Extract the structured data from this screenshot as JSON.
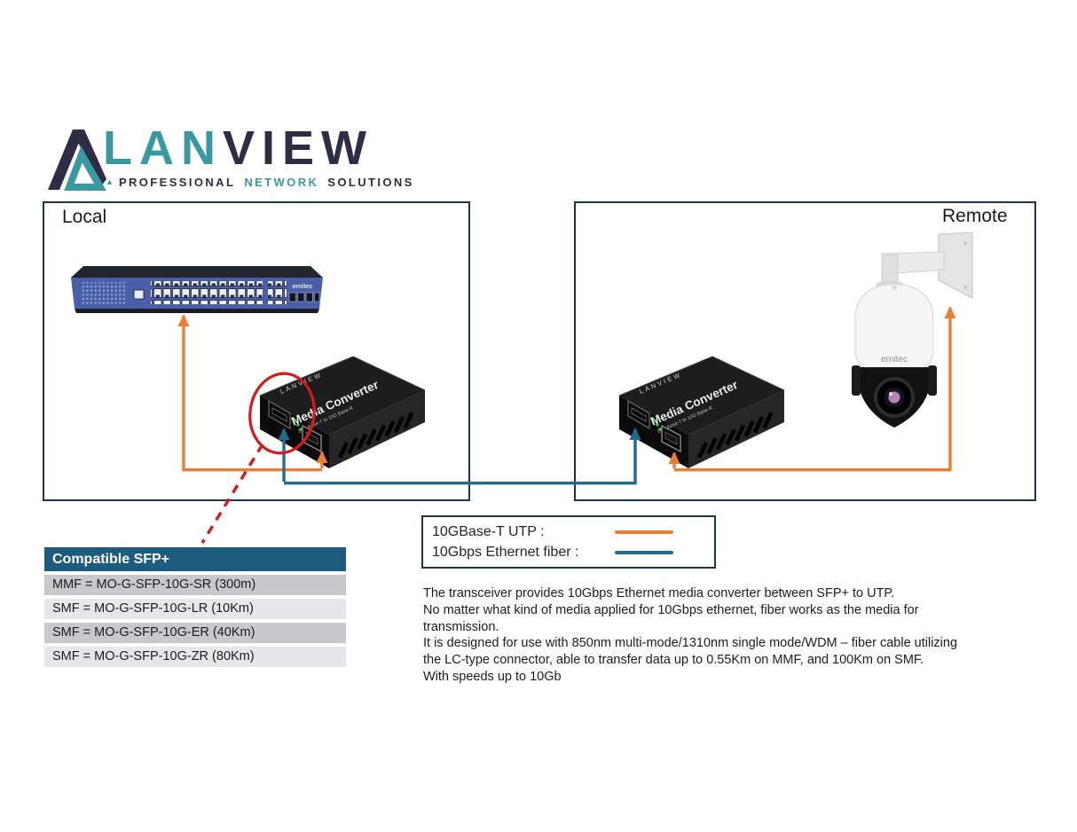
{
  "logo": {
    "brand": {
      "part1": "LAN",
      "part2": "VIEW"
    },
    "tagline": {
      "bullet": "▲",
      "word1": "PROFESSIONAL",
      "word2": "NETWORK",
      "word3": "SOLUTIONS"
    },
    "colors": {
      "teal": "#3A99A0",
      "navy": "#2F2D46"
    }
  },
  "colors": {
    "utp_orange": "#ED7D31",
    "fiber_blue": "#236B8E",
    "callout_red": "#D7191C",
    "box_border": "#1B3642",
    "table_header_bg": "#1D5C7E"
  },
  "zones": {
    "local": {
      "label": "Local"
    },
    "remote": {
      "label": "Remote"
    }
  },
  "devices": {
    "switch": {
      "brand": "ernitec"
    },
    "camera": {
      "brand": "ernitec"
    },
    "converter": {
      "brand": "LANVIEW",
      "title": "Media Converter",
      "subtitle": "10G Base-T to 10G Base-R"
    }
  },
  "legend": {
    "items": [
      {
        "label": "10GBase-T UTP :",
        "color": "#ED7D31"
      },
      {
        "label": "10Gbps Ethernet fiber :",
        "color": "#236B8E"
      }
    ]
  },
  "sfp_table": {
    "header": "Compatible SFP+",
    "rows": [
      "MMF = MO-G-SFP-10G-SR (300m)",
      "SMF = MO-G-SFP-10G-LR (10Km)",
      "SMF = MO-G-SFP-10G-ER (40Km)",
      "SMF = MO-G-SFP-10G-ZR (80Km)"
    ]
  },
  "description": "The transceiver provides 10Gbps Ethernet media converter between SFP+ to UTP.\nNo matter what kind of media applied for 10Gbps ethernet, fiber works as the media for\ntransmission.\nIt is designed for use with 850nm multi-mode/1310nm single mode/WDM – fiber cable utilizing\nthe LC-type connector, able to transfer data up to 0.55Km on MMF, and 100Km on SMF.\nWith speeds up to 10Gb"
}
